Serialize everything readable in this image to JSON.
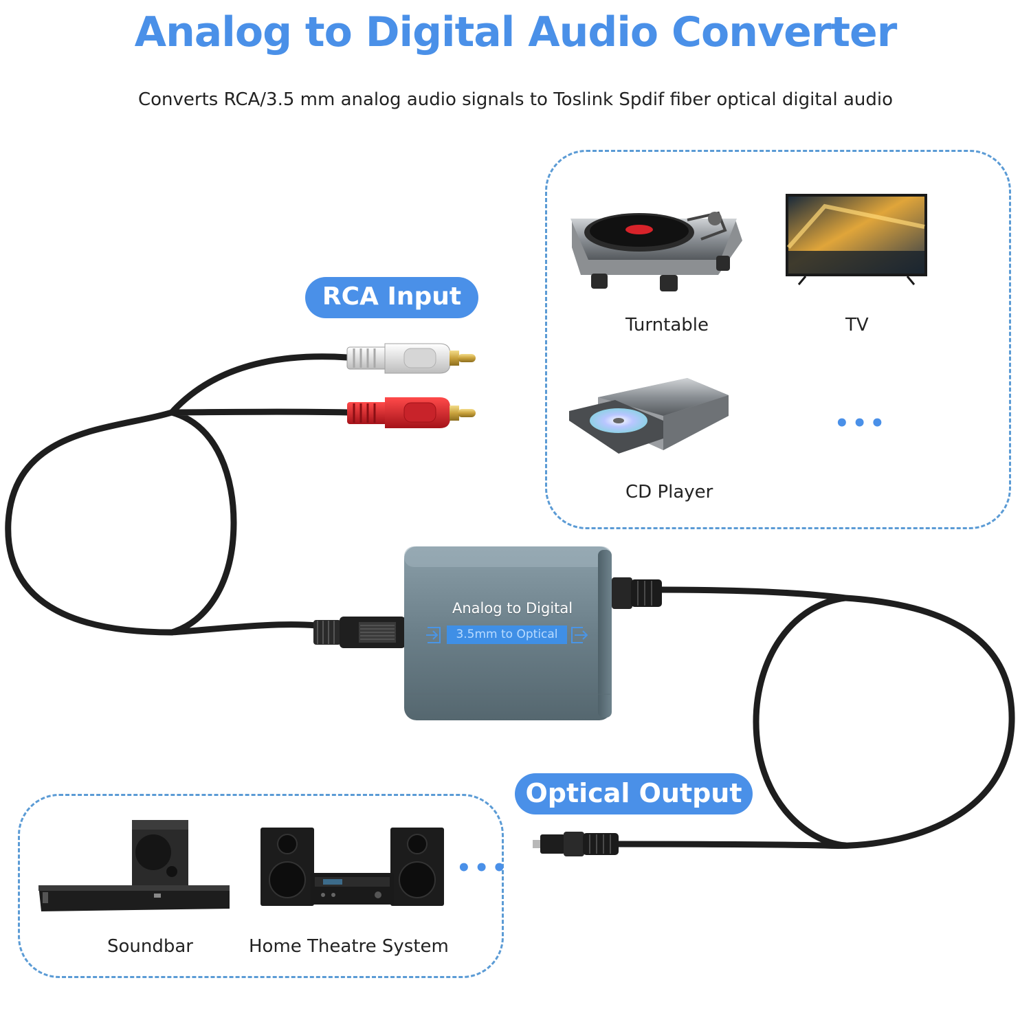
{
  "header": {
    "title": "Analog to Digital Audio Converter",
    "subtitle": "Converts RCA/3.5 mm analog audio signals to Toslink Spdif fiber optical digital audio"
  },
  "labels": {
    "rca_input": "RCA Input",
    "optical_output": "Optical Output"
  },
  "sources": {
    "items": [
      {
        "label": "Turntable",
        "icon": "turntable-icon"
      },
      {
        "label": "TV",
        "icon": "tv-icon"
      },
      {
        "label": "CD Player",
        "icon": "cd-player-icon"
      }
    ],
    "more": "..."
  },
  "outputs": {
    "items": [
      {
        "label": "Soundbar",
        "icon": "soundbar-icon"
      },
      {
        "label": "Home Theatre System",
        "icon": "home-theatre-icon"
      }
    ],
    "more": "..."
  },
  "device": {
    "line1": "Analog to Digital",
    "line2": "3.5mm to Optical"
  },
  "colors": {
    "accent": "#4a90e8",
    "box_border": "#5b9bd5",
    "device_body": "#6a7d87",
    "cable": "#1e1e1e",
    "rca_white": "#e8e8e8",
    "rca_red": "#d81f26"
  }
}
